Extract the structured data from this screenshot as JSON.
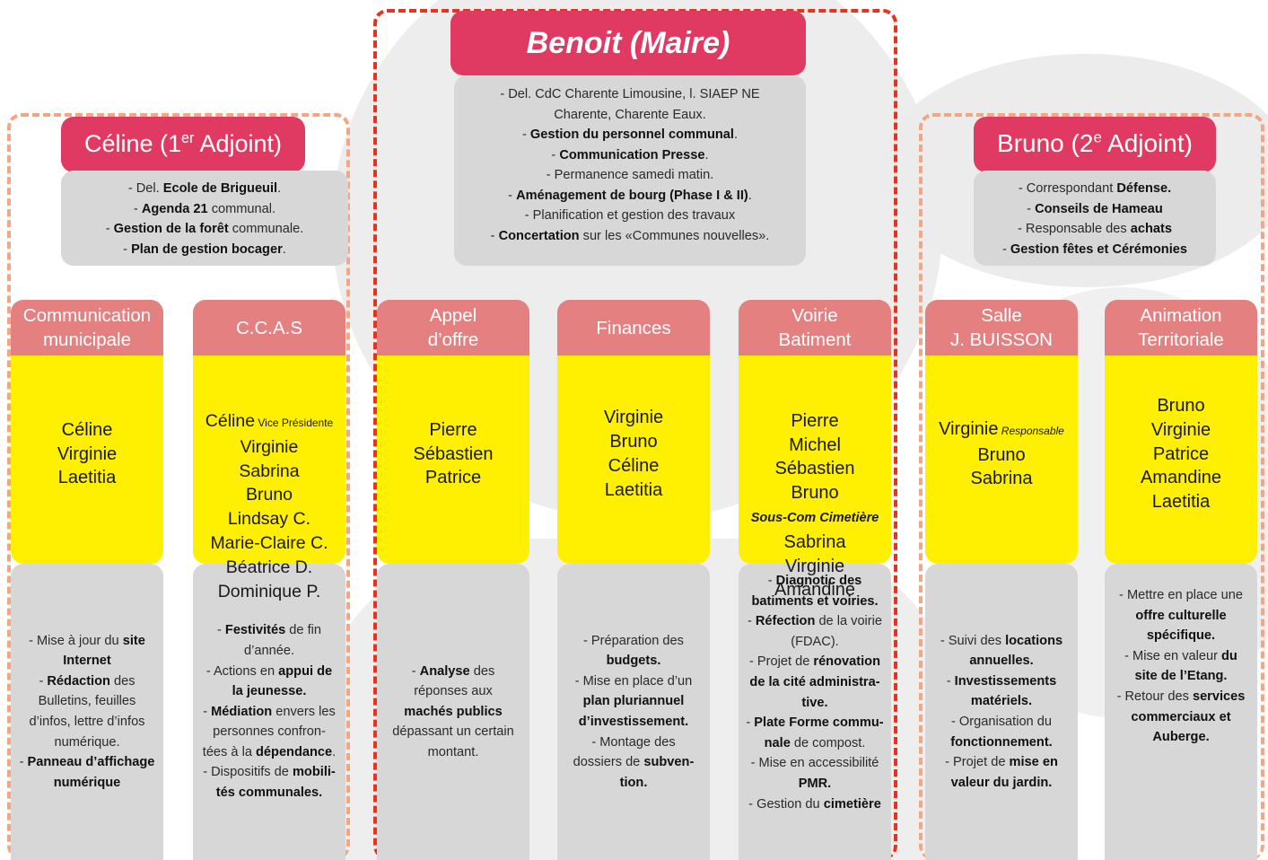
{
  "heads": {
    "celine": {
      "name": "Céline (1",
      "sup": "er",
      "rest": " Adjoint)"
    },
    "benoit": {
      "name": "Benoit (Maire)"
    },
    "bruno": {
      "name": "Bruno (2",
      "sup": "e",
      "rest": " Adjoint)"
    }
  },
  "duties": {
    "celine": [
      [
        {
          "t": "- Del. "
        },
        {
          "t": "Ecole de Brigueuil",
          "b": true
        },
        {
          "t": "."
        }
      ],
      [
        {
          "t": "- "
        },
        {
          "t": "Agenda 21",
          "b": true
        },
        {
          "t": " communal."
        }
      ],
      [
        {
          "t": "- "
        },
        {
          "t": "Gestion de la forêt",
          "b": true
        },
        {
          "t": " communale."
        }
      ],
      [
        {
          "t": "- "
        },
        {
          "t": "Plan de gestion bocager",
          "b": true
        },
        {
          "t": "."
        }
      ]
    ],
    "benoit": [
      [
        {
          "t": "- Del. CdC Charente Limousine, l. SIAEP NE"
        }
      ],
      [
        {
          "t": "Charente, Charente Eaux."
        }
      ],
      [
        {
          "t": "- "
        },
        {
          "t": "Gestion du personnel communal",
          "b": true
        },
        {
          "t": "."
        }
      ],
      [
        {
          "t": "- "
        },
        {
          "t": "Communication Presse",
          "b": true
        },
        {
          "t": "."
        }
      ],
      [
        {
          "t": "- Permanence samedi matin."
        }
      ],
      [
        {
          "t": "- "
        },
        {
          "t": "Aménagement de bourg (Phase I & II)",
          "b": true
        },
        {
          "t": "."
        }
      ],
      [
        {
          "t": "- Planification et gestion des travaux"
        }
      ],
      [
        {
          "t": "- "
        },
        {
          "t": "Concertation",
          "b": true
        },
        {
          "t": " sur les «Communes nouvelles»."
        }
      ]
    ],
    "bruno": [
      [
        {
          "t": "- Correspondant "
        },
        {
          "t": "Défense.",
          "b": true
        }
      ],
      [
        {
          "t": "- "
        },
        {
          "t": "Conseils de Hameau",
          "b": true
        }
      ],
      [
        {
          "t": "- Responsable des "
        },
        {
          "t": "achats",
          "b": true
        }
      ],
      [
        {
          "t": "- "
        },
        {
          "t": "Gestion fêtes et Cérémonies",
          "b": true
        }
      ]
    ]
  },
  "columns": [
    {
      "title": [
        "Communication",
        "municipale"
      ],
      "members": [
        [
          {
            "t": "Céline"
          }
        ],
        [
          {
            "t": "Virginie"
          }
        ],
        [
          {
            "t": "Laetitia"
          }
        ]
      ],
      "tasks": [
        [
          {
            "t": "- Mise à jour du "
          },
          {
            "t": "site",
            "b": true
          }
        ],
        [
          {
            "t": "Internet",
            "b": true
          }
        ],
        [
          {
            "t": "- "
          },
          {
            "t": "Rédaction",
            "b": true
          },
          {
            "t": " des"
          }
        ],
        [
          {
            "t": "Bulletins, feuilles"
          }
        ],
        [
          {
            "t": "d’infos, lettre d’infos"
          }
        ],
        [
          {
            "t": "numérique."
          }
        ],
        [
          {
            "t": "- "
          },
          {
            "t": "Panneau d’affichage",
            "b": true
          }
        ],
        [
          {
            "t": "numérique",
            "b": true
          }
        ]
      ]
    },
    {
      "title": [
        "C.C.A.S"
      ],
      "members": [
        [
          {
            "t": "Céline"
          },
          {
            "t": " Vice Présidente",
            "s": true
          }
        ],
        [
          {
            "t": "Virginie"
          }
        ],
        [
          {
            "t": "Sabrina"
          }
        ],
        [
          {
            "t": "Bruno"
          }
        ],
        [
          {
            "t": "Lindsay C."
          }
        ],
        [
          {
            "t": "Marie-Claire C."
          }
        ],
        [
          {
            "t": "Béatrice D."
          }
        ],
        [
          {
            "t": "Dominique P."
          }
        ]
      ],
      "tasks": [
        [
          {
            "t": "- "
          },
          {
            "t": "Festivités",
            "b": true
          },
          {
            "t": " de fin"
          }
        ],
        [
          {
            "t": "d’année."
          }
        ],
        [
          {
            "t": "- Actions en "
          },
          {
            "t": "appui de",
            "b": true
          }
        ],
        [
          {
            "t": "la jeunesse.",
            "b": true
          }
        ],
        [
          {
            "t": "- "
          },
          {
            "t": "Médiation",
            "b": true
          },
          {
            "t": " envers les"
          }
        ],
        [
          {
            "t": "personnes confron-"
          }
        ],
        [
          {
            "t": "tées à la "
          },
          {
            "t": "dépendance",
            "b": true
          },
          {
            "t": "."
          }
        ],
        [
          {
            "t": "- Dispositifs de "
          },
          {
            "t": "mobili-",
            "b": true
          }
        ],
        [
          {
            "t": "tés communales.",
            "b": true
          }
        ]
      ]
    },
    {
      "title": [
        "Appel",
        "d’offre"
      ],
      "members": [
        [
          {
            "t": "Pierre"
          }
        ],
        [
          {
            "t": "Sébastien"
          }
        ],
        [
          {
            "t": "Patrice"
          }
        ]
      ],
      "tasks": [
        [
          {
            "t": "- "
          },
          {
            "t": "Analyse",
            "b": true
          },
          {
            "t": " des"
          }
        ],
        [
          {
            "t": "réponses aux"
          }
        ],
        [
          {
            "t": "machés publics",
            "b": true
          }
        ],
        [
          {
            "t": "dépassant un certain"
          }
        ],
        [
          {
            "t": "montant."
          }
        ]
      ]
    },
    {
      "title": [
        "Finances"
      ],
      "members": [
        [
          {
            "t": "Virginie"
          }
        ],
        [
          {
            "t": "Bruno"
          }
        ],
        [
          {
            "t": "Céline"
          }
        ],
        [
          {
            "t": "Laetitia"
          }
        ]
      ],
      "tasks": [
        [
          {
            "t": "- Préparation des"
          }
        ],
        [
          {
            "t": "budgets.",
            "b": true
          }
        ],
        [
          {
            "t": "- Mise en place d’un"
          }
        ],
        [
          {
            "t": "plan pluriannuel",
            "b": true
          }
        ],
        [
          {
            "t": "d’investissement.",
            "b": true
          }
        ],
        [
          {
            "t": "- Montage des"
          }
        ],
        [
          {
            "t": "dossiers de "
          },
          {
            "t": "subven-",
            "b": true
          }
        ],
        [
          {
            "t": "tion.",
            "b": true
          }
        ]
      ]
    },
    {
      "title": [
        "Voirie",
        "Batiment"
      ],
      "members": [
        [
          {
            "t": "Pierre"
          }
        ],
        [
          {
            "t": "Michel"
          }
        ],
        [
          {
            "t": "Sébastien"
          }
        ],
        [
          {
            "t": "Bruno"
          }
        ],
        [
          {
            "t": "Sous-Com Cimetière",
            "n": true
          }
        ],
        [
          {
            "t": "Sabrina"
          }
        ],
        [
          {
            "t": "Virginie"
          }
        ],
        [
          {
            "t": "Amandine"
          }
        ]
      ],
      "tasks": [
        [
          {
            "t": "- "
          },
          {
            "t": "Diagnotic des",
            "b": true
          }
        ],
        [
          {
            "t": "batiments et voiries.",
            "b": true
          }
        ],
        [
          {
            "t": "- "
          },
          {
            "t": "Réfection",
            "b": true
          },
          {
            "t": " de la voirie"
          }
        ],
        [
          {
            "t": "(FDAC)."
          }
        ],
        [
          {
            "t": "- Projet de "
          },
          {
            "t": "rénovation",
            "b": true
          }
        ],
        [
          {
            "t": "de la cité administra-",
            "b": true
          }
        ],
        [
          {
            "t": "tive.",
            "b": true
          }
        ],
        [
          {
            "t": "- "
          },
          {
            "t": "Plate Forme commu-",
            "b": true
          }
        ],
        [
          {
            "t": "nale",
            "b": true
          },
          {
            "t": " de compost."
          }
        ],
        [
          {
            "t": "- Mise en accessibilité"
          }
        ],
        [
          {
            "t": "PMR.",
            "b": true
          }
        ],
        [
          {
            "t": "- Gestion du "
          },
          {
            "t": "cimetière",
            "b": true
          }
        ]
      ]
    },
    {
      "title": [
        "Salle",
        "J. BUISSON"
      ],
      "members": [
        [
          {
            "t": "Virginie"
          },
          {
            "t": " Responsable",
            "i": true
          }
        ],
        [
          {
            "t": "Bruno"
          }
        ],
        [
          {
            "t": "Sabrina"
          }
        ]
      ],
      "tasks": [
        [
          {
            "t": "- Suivi des "
          },
          {
            "t": "locations",
            "b": true
          }
        ],
        [
          {
            "t": "annuelles.",
            "b": true
          }
        ],
        [
          {
            "t": "- "
          },
          {
            "t": "Investissements",
            "b": true
          }
        ],
        [
          {
            "t": "matériels.",
            "b": true
          }
        ],
        [
          {
            "t": "- Organisation du"
          }
        ],
        [
          {
            "t": "fonctionnement.",
            "b": true
          }
        ],
        [
          {
            "t": "- Projet de "
          },
          {
            "t": "mise en",
            "b": true
          }
        ],
        [
          {
            "t": "valeur du jardin.",
            "b": true
          }
        ]
      ]
    },
    {
      "title": [
        "Animation",
        "Territoriale"
      ],
      "members": [
        [
          {
            "t": "Bruno"
          }
        ],
        [
          {
            "t": "Virginie"
          }
        ],
        [
          {
            "t": "Patrice"
          }
        ],
        [
          {
            "t": "Amandine"
          }
        ],
        [
          {
            "t": "Laetitia"
          }
        ]
      ],
      "tasks": [
        [
          {
            "t": "- Mettre en place une"
          }
        ],
        [
          {
            "t": "offre culturelle",
            "b": true
          }
        ],
        [
          {
            "t": "spécifique.",
            "b": true
          }
        ],
        [
          {
            "t": "- Mise en valeur "
          },
          {
            "t": "du",
            "b": true
          }
        ],
        [
          {
            "t": "site de l’Etang.",
            "b": true
          }
        ],
        [
          {
            "t": "- Retour des "
          },
          {
            "t": "services",
            "b": true
          }
        ],
        [
          {
            "t": "commerciaux et",
            "b": true
          }
        ],
        [
          {
            "t": "Auberge.",
            "b": true
          }
        ]
      ]
    }
  ]
}
